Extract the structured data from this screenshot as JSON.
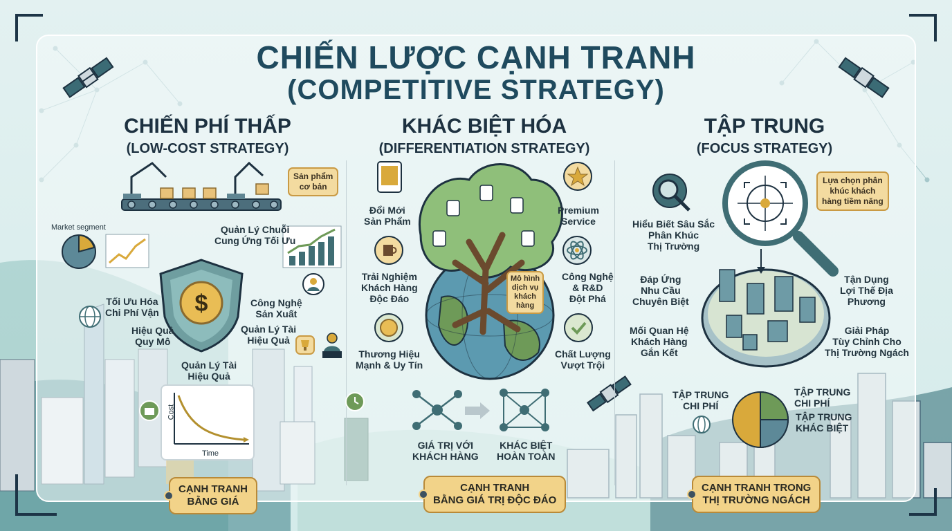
{
  "title": {
    "line1": "CHIẾN LƯỢC CẠNH TRANH",
    "line2": "(COMPETITIVE STRATEGY)"
  },
  "columns": {
    "low_cost": {
      "title": "CHIẾN PHÍ THẤP",
      "subtitle": "(LOW-COST STRATEGY)",
      "tag": "Sản phẩm\ncơ bản",
      "market_segment": "Market segment",
      "labels": {
        "supply_chain": "Quản Lý Chuỗi\nCung Ứng Tối Ưu",
        "optimize_cost": "Tối Ưu Hóa\nChi Phí Vận",
        "production_tech": "Công Nghệ\nSản Xuất",
        "scale": "Hiệu Quả\nQuy Mô",
        "finance_1": "Quản Lý Tài\nHiệu Quả",
        "finance_2": "Quản Lý Tài\nHiệu Quả"
      },
      "chart_axis_cost": "Cost",
      "chart_axis_time": "Time",
      "banner": "CẠNH TRANH\nBẰNG GIÁ"
    },
    "differentiation": {
      "title": "KHÁC BIỆT HÓA",
      "subtitle": "(DIFFERENTIATION STRATEGY)",
      "labels": {
        "innovation": "Đổi Mới\nSản Phẩm",
        "premium": "Premium\nService",
        "experience": "Trải Nghiệm\nKhách Hàng\nĐộc Đáo",
        "tech_rd": "Công Nghệ\n& R&D\nĐột Phá",
        "brand": "Thương Hiệu\nMạnh & Uy Tín",
        "quality": "Chất Lượng\nVượt Trội",
        "service_model": "Mô hình\ndịch vụ\nkhách\nhàng",
        "customer_value": "GIÁ TRỊ VỚI\nKHÁCH HÀNG",
        "total_difference": "KHÁC BIỆT\nHOÀN TOÀN"
      },
      "banner": "CẠNH TRANH\nBẰNG GIÁ TRỊ ĐỘC ĐÁO"
    },
    "focus": {
      "title": "TẬP TRUNG",
      "subtitle": "(FOCUS STRATEGY)",
      "tag": "Lựa chọn phân\nkhúc khách\nhàng tiềm năng",
      "labels": {
        "insight": "Hiểu Biết Sâu Sắc\nPhân Khúc\nThị Trường",
        "meet_needs": "Đáp Ứng\nNhu Cầu\nChuyên Biệt",
        "local_advantage": "Tận Dụng\nLợi Thế Địa\nPhương",
        "relationship": "Mối Quan Hệ\nKhách Hàng\nGắn Kết",
        "custom_solution": "Giải Pháp\nTùy Chỉnh Cho\nThị Trường Ngách",
        "focus_cost_left": "TẬP TRUNG\nCHI PHÍ",
        "focus_cost_right": "TẬP TRUNG\nCHI PHÍ",
        "focus_diff": "TẬP TRUNG\nKHÁC BIỆT"
      },
      "banner": "CẠNH TRANH TRONG\nTHỊ TRƯỜNG NGÁCH"
    }
  },
  "colors": {
    "accent_teal": "#2e7a7e",
    "gold": "#d9a93b",
    "navy": "#1f4a5e",
    "leaf_green": "#6e9a58"
  }
}
